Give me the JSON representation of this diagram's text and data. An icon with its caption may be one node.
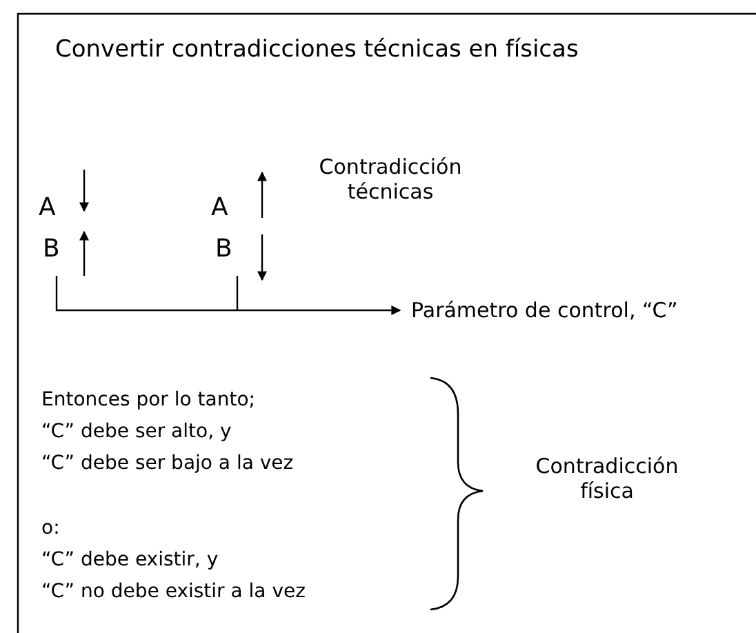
{
  "diagram": {
    "title": "Convertir contradicciones técnicas en físicas",
    "labels": [
      "A",
      "B",
      "A",
      "B",
      "Contradicción técnicas",
      "Parámetro de control, “C”",
      "Entonces por lo tanto;",
      "“C” debe ser alto, y",
      "“C” debe ser bajo a la vez",
      "o:",
      "“C” debe existir, y",
      "“C” no debe existir a la vez",
      "Contradicción física"
    ]
  }
}
